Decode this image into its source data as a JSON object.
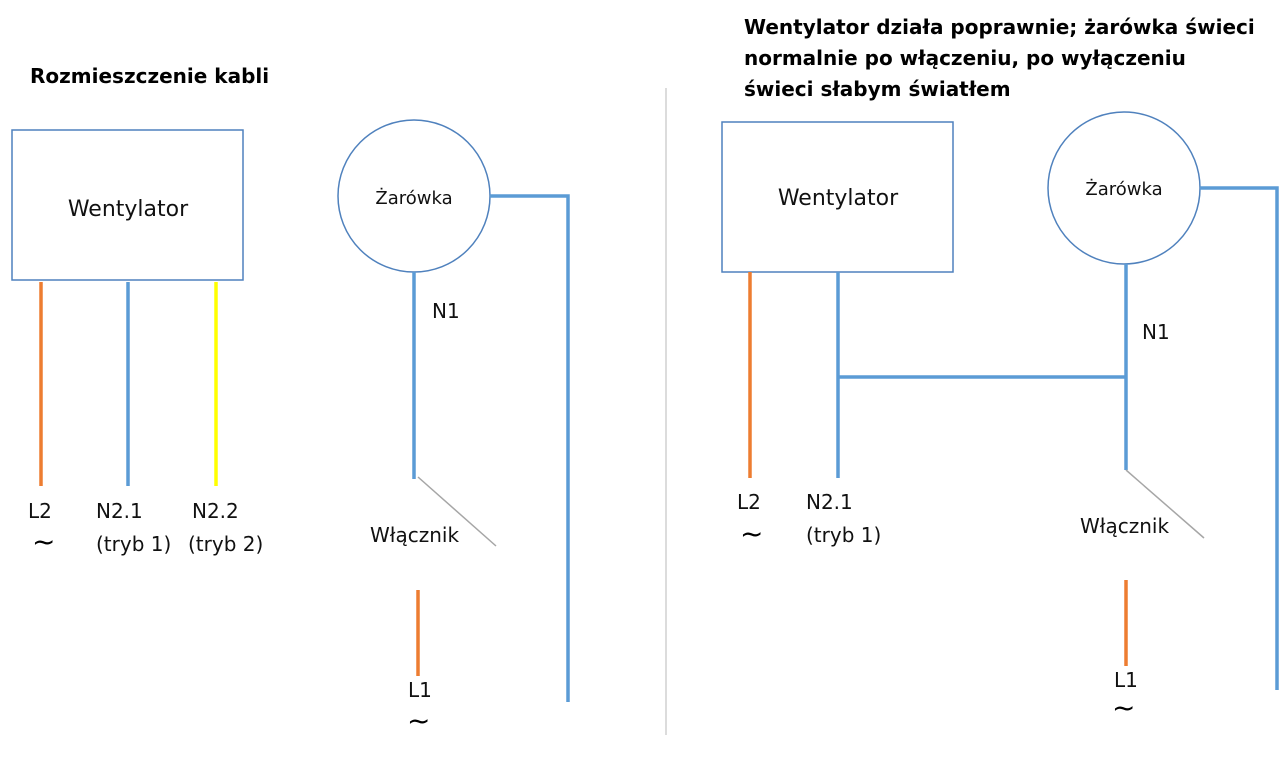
{
  "colors": {
    "blue": "#5b9bd5",
    "orange": "#ed7d31",
    "yellow": "#ffff00",
    "box_border": "#4f81bd",
    "divider": "#d0d0d0"
  },
  "left": {
    "title": "Rozmieszczenie kabli",
    "fan_label": "Wentylator",
    "bulb_label": "Żarówka",
    "n1_label": "N1",
    "switch_label": "Włącznik",
    "l1_label": "L1",
    "l1_symbol": "~",
    "l2_label": "L2",
    "l2_symbol": "~",
    "n21_label": "N2.1",
    "n21_mode": "(tryb 1)",
    "n22_label": "N2.2",
    "n22_mode": "(tryb 2)"
  },
  "right": {
    "title_line1": "Wentylator działa poprawnie; żarówka świeci",
    "title_line2": "normalnie po włączeniu, po wyłączeniu",
    "title_line3": "świeci słabym światłem",
    "fan_label": "Wentylator",
    "bulb_label": "Żarówka",
    "n1_label": "N1",
    "switch_label": "Włącznik",
    "l1_label": "L1",
    "l1_symbol": "~",
    "l2_label": "L2",
    "l2_symbol": "~",
    "n21_label": "N2.1",
    "n21_mode": "(tryb 1)"
  }
}
